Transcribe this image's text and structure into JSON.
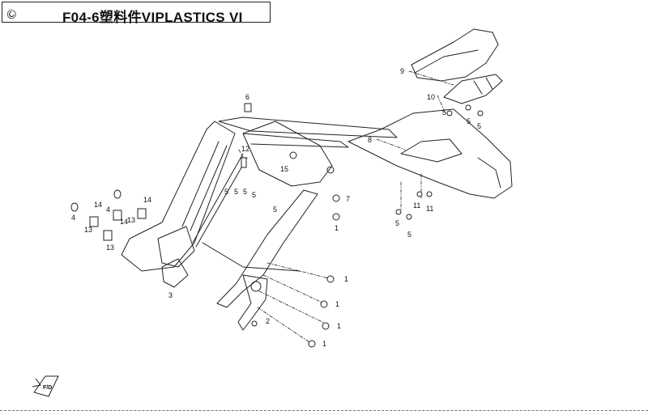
{
  "header": {
    "title": "F04-6塑料件VIPLASTICS VI",
    "copyright_icon": "copyright-mark-icon"
  },
  "footer": {
    "direction_badge": "F/D"
  },
  "callouts": {
    "c1a": "1",
    "c1b": "1",
    "c1c": "1",
    "c1d": "1",
    "c1e": "1",
    "c2": "2",
    "c3": "3",
    "c4a": "4",
    "c4b": "4",
    "c5a": "5",
    "c5b": "5",
    "c5c": "5",
    "c5d": "5",
    "c5e": "5",
    "c5f": "5",
    "c5g": "5",
    "c5h": "5",
    "c5i": "5",
    "c5j": "5",
    "c6": "6",
    "c7": "7",
    "c8": "8",
    "c9": "9",
    "c10": "10",
    "c11a": "11",
    "c11b": "11",
    "c12": "12",
    "c13a": "13",
    "c13b": "13",
    "c13c": "13",
    "c14a": "14",
    "c14b": "14",
    "c14c": "14",
    "c15": "15"
  },
  "colors": {
    "line": "#222222",
    "background": "#ffffff"
  }
}
